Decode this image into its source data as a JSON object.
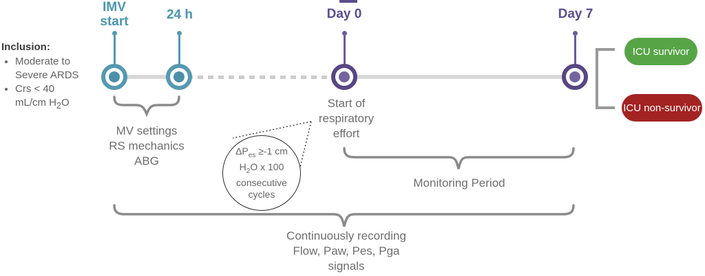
{
  "palette": {
    "teal": "#5599b1",
    "teal_text": "#4a96b1",
    "purple_ring": "#584683",
    "purple_dot": "#75639f",
    "purple_text": "#5b4d90",
    "timeline_gray": "#d8d8d8",
    "brace_gray": "#8b8b8b",
    "note_gray": "#6e6e6e",
    "green": "#57a447",
    "red": "#a22322"
  },
  "inclusion": {
    "heading": "Inclusion:",
    "item1": "Moderate to Severe ARDS",
    "item2_a": "Crs < 40 mL/",
    "item2_b": "cm H",
    "item2_sub": "2",
    "item2_c": "O"
  },
  "timeline": {
    "events": [
      {
        "label": "IMV\nstart"
      },
      {
        "label": "24 h"
      },
      {
        "label": "Day 0"
      },
      {
        "label": "Day 7"
      }
    ]
  },
  "annotations": {
    "baseline_label": "MV settings\nRS mechanics\nABG",
    "effort_label": "Start of\nrespiratory\neffort",
    "monitoring_label": "Monitoring Period",
    "recording_label": "Continuously recording\nFlow, Paw, Pes, Pga\nsignals",
    "callout": {
      "l1a": "ΔP",
      "l1sub": "es",
      "l1b": " ≥-1 cm",
      "l2a": "H",
      "l2sub": "2",
      "l2b": "O x 100",
      "l3": "consecutive",
      "l4": "cycles"
    }
  },
  "outcomes": {
    "survivor": "ICU survivor",
    "non_survivor": "ICU non-survivor"
  }
}
